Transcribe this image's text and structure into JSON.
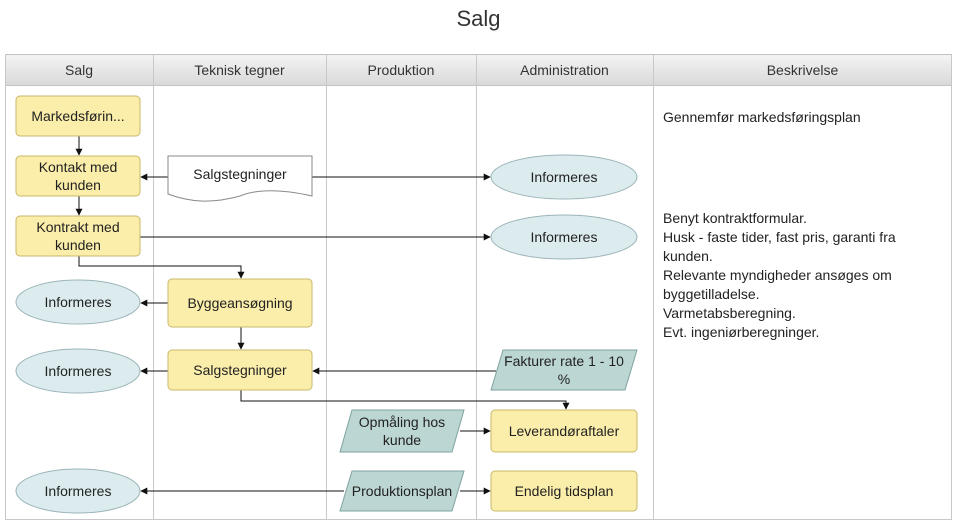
{
  "title": "Salg",
  "columns": [
    "Salg",
    "Teknisk tegner",
    "Produktion",
    "Administration",
    "Beskrivelse"
  ],
  "descriptions": {
    "markedsforing": "Gennemfør markedsføringsplan",
    "kontrakt": [
      "Benyt kontraktformular.",
      "Husk - faste tider, fast pris, garanti fra",
      "kunden.",
      "Relevante myndigheder ansøges om",
      "byggetilladelse.",
      "Varmetabsberegning.",
      "Evt. ingeniørberegninger."
    ]
  },
  "nodes": {
    "markedsforing": [
      "Markedsførin..."
    ],
    "kontakt": [
      "Kontakt med",
      "kunden"
    ],
    "kontrakt": [
      "Kontrakt med",
      "kunden"
    ],
    "informeres1": [
      "Informeres"
    ],
    "byggeansogning": [
      "Byggeansøgning"
    ],
    "informeres2": [
      "Informeres"
    ],
    "salgstegninger2": [
      "Salgstegninger"
    ],
    "informeres3": [
      "Informeres"
    ],
    "salgstegninger_doc": [
      "Salgstegninger"
    ],
    "informeres_admin1": [
      "Informeres"
    ],
    "informeres_admin2": [
      "Informeres"
    ],
    "fakturer": [
      "Fakturer rate 1 - 10",
      "%"
    ],
    "opmaling": [
      "Opmåling hos",
      "kunde"
    ],
    "leverandor": [
      "Leverandøraftaler"
    ],
    "produktionsplan": [
      "Produktionsplan"
    ],
    "tidsplan": [
      "Endelig tidsplan"
    ]
  },
  "colors": {
    "process_fill": "#fbeeaa",
    "process_stroke": "#c9b86a",
    "ellipse_fill": "#dcecee",
    "ellipse_stroke": "#9bb5b8",
    "data_fill": "#bcd6d3",
    "data_stroke": "#7fa3a0"
  }
}
